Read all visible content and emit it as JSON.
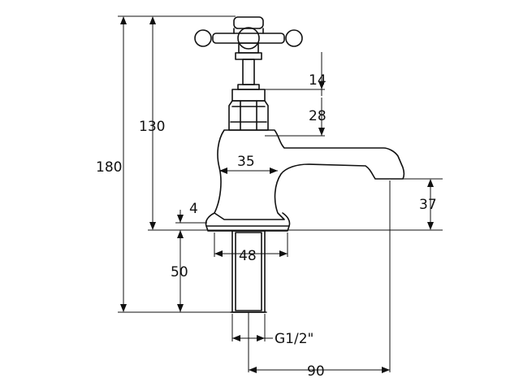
{
  "drawing": {
    "dimensions": {
      "overall_height": "180",
      "height_to_handle": "130",
      "handle_stem": "14",
      "nut_height": "28",
      "spout_neck": "35",
      "spout_height": "37",
      "base_thickness": "4",
      "base_width": "48",
      "shank_length": "50",
      "thread_size": "G1/2\"",
      "projection": "90"
    },
    "colors": {
      "line": "#111111",
      "background": "#ffffff"
    }
  }
}
